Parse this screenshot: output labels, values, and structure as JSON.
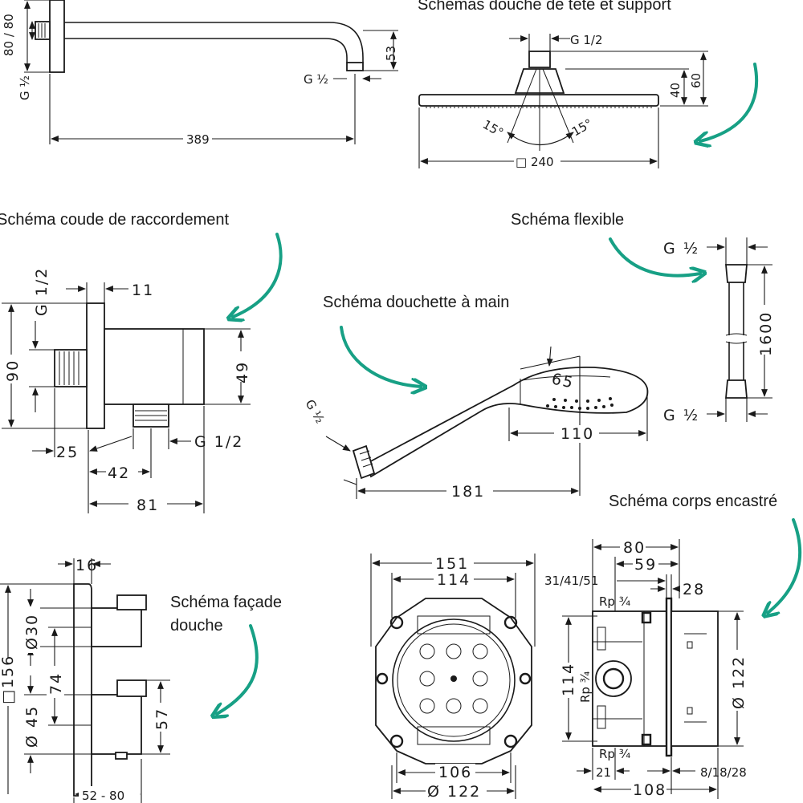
{
  "captions": {
    "head_support": "Schémas douche de tête et support",
    "elbow": "Schéma coude de raccordement",
    "hose": "Schéma flexible",
    "hand_shower": "Schéma douchette à main",
    "concealed_body": "Schéma corps encastré",
    "facade_line1": "Schéma façade",
    "facade_line2": "douche"
  },
  "support_arm": {
    "d_flange": "80 / 80",
    "d_g_half_left": "G ½",
    "d_height": "53",
    "d_g_half_outlet": "G ½",
    "d_length": "389"
  },
  "head_shower": {
    "d_thread": "G 1/2",
    "d_40": "40",
    "d_60": "60",
    "d_angle_left": "15°",
    "d_angle_right": "15°",
    "d_width": "□ 240"
  },
  "elbow": {
    "d_thread_top": "G 1/2",
    "d_11": "11",
    "d_90": "90",
    "d_49": "49",
    "d_25": "25",
    "d_42": "42",
    "d_81": "81",
    "d_thread_bottom": "G 1/2"
  },
  "hose": {
    "d_g_top": "G ½",
    "d_length": "1600",
    "d_g_bottom": "G ½"
  },
  "hand_shower": {
    "d_g": "G ½",
    "d_diameter": "65",
    "d_110": "110",
    "d_181": "181"
  },
  "facade": {
    "d_16": "16",
    "d_156": "□156",
    "d_30": "Ø30",
    "d_74": "74",
    "d_45": "Ø 45",
    "d_57": "57",
    "d_52_80": "52 - 80"
  },
  "body_front": {
    "d_151": "151",
    "d_114": "114",
    "d_106": "106",
    "d_122": "Ø 122"
  },
  "body_side": {
    "d_80": "80",
    "d_59": "59",
    "d_31_41_51": "31/41/51",
    "d_28": "28",
    "d_rp_top": "Rp ¾",
    "d_114": "114",
    "d_rp_mid": "Rp ¾",
    "d_rp_bottom": "Rp ¾",
    "d_122": "Ø 122",
    "d_21": "21",
    "d_108": "108",
    "d_8_18_28": "8/18/28"
  },
  "accent_color": "#17a085"
}
